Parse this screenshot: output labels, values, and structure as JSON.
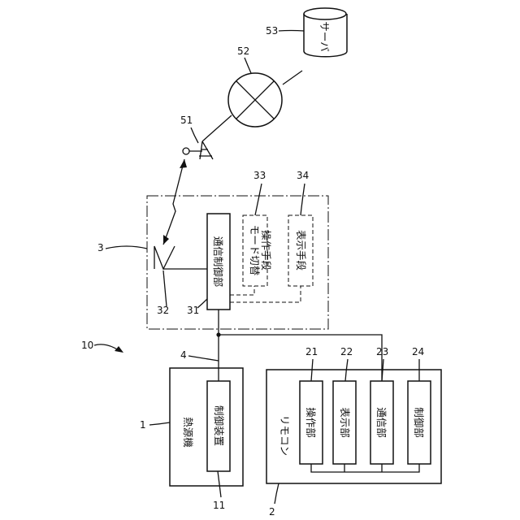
{
  "labels": {
    "fig_ref": "10",
    "heat_source": {
      "ref": "1",
      "title": "熱源機",
      "controller": "制御装置",
      "controller_ref": "11"
    },
    "remote": {
      "ref": "2",
      "title": "リモコン",
      "units": [
        {
          "ref": "21",
          "label": "操作部"
        },
        {
          "ref": "22",
          "label": "表示部"
        },
        {
          "ref": "23",
          "label": "通信部"
        },
        {
          "ref": "24",
          "label": "制御部"
        }
      ]
    },
    "cable_ref": "4",
    "comm_device": {
      "ref": "3",
      "controller": "通信制御部",
      "controller_ref": "31",
      "antenna_ref": "32",
      "mode_switch_line1": "モード切替",
      "mode_switch_line2": "操作手段",
      "mode_switch_ref": "33",
      "display_means": "表示手段",
      "display_ref": "34"
    },
    "base_station_ref": "51",
    "network_ref": "52",
    "server": {
      "ref": "53",
      "label": "サーバ"
    }
  }
}
